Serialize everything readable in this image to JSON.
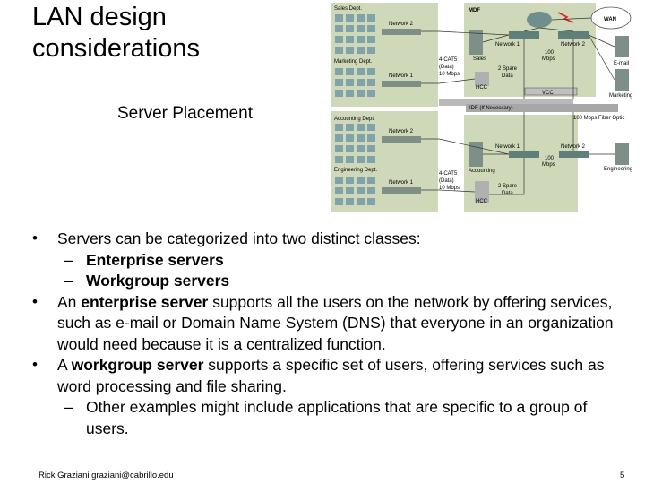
{
  "title": {
    "line1": "LAN design",
    "line2": "considerations"
  },
  "subtitle": "Server Placement",
  "diagram": {
    "top_labels": [
      "Sales Dept.",
      "Network 2",
      "Marketing Dept.",
      "Network 1",
      "4-CAT5",
      "(Data)",
      "10 Mbps",
      "MDF",
      "Sales",
      "Network 1",
      "Network 2",
      "100",
      "Mbps",
      "2 Spare",
      "Data",
      "HCC",
      "VCC",
      "WAN",
      "E-mail",
      "Marketing"
    ],
    "mid_labels": [
      "IDF (If Necessary)",
      "100 Mbps Fiber Optic"
    ],
    "bottom_labels": [
      "Accounting Dept.",
      "Network 2",
      "Engineering Dept.",
      "Network 1",
      "4-CAT5",
      "(Data)",
      "10 Mbps",
      "Network 1",
      "Network 2",
      "100",
      "Mbps",
      "Accounting",
      "2 Spare",
      "Data",
      "HCC",
      "Engineering"
    ]
  },
  "bullets": [
    {
      "type": "bullet",
      "parts": [
        {
          "t": "Servers can be categorized into two distinct classes:",
          "b": false
        }
      ]
    },
    {
      "type": "sub",
      "parts": [
        {
          "t": "Enterprise servers",
          "b": true
        }
      ]
    },
    {
      "type": "sub",
      "parts": [
        {
          "t": "Workgroup servers",
          "b": true
        }
      ]
    },
    {
      "type": "bullet",
      "parts": [
        {
          "t": "An ",
          "b": false
        },
        {
          "t": "enterprise server",
          "b": true
        },
        {
          "t": " supports all the users on the network by offering services, such as e-mail or Domain Name System (DNS) that everyone in an organization would need because it is a centralized function.",
          "b": false
        }
      ]
    },
    {
      "type": "bullet",
      "parts": [
        {
          "t": "A ",
          "b": false
        },
        {
          "t": "workgroup server",
          "b": true
        },
        {
          "t": " supports a specific set of users, offering services such as word processing and file sharing.",
          "b": false
        }
      ]
    },
    {
      "type": "sub",
      "parts": [
        {
          "t": "Other examples might include applications that are specific to a group of users.",
          "b": false
        }
      ]
    }
  ],
  "footer": "Rick Graziani  graziani@cabrillo.edu",
  "page_number": "5",
  "colors": {
    "diagram_bg": "#cfd9b9",
    "line": "#333333",
    "pc": "#7fa3a8"
  }
}
